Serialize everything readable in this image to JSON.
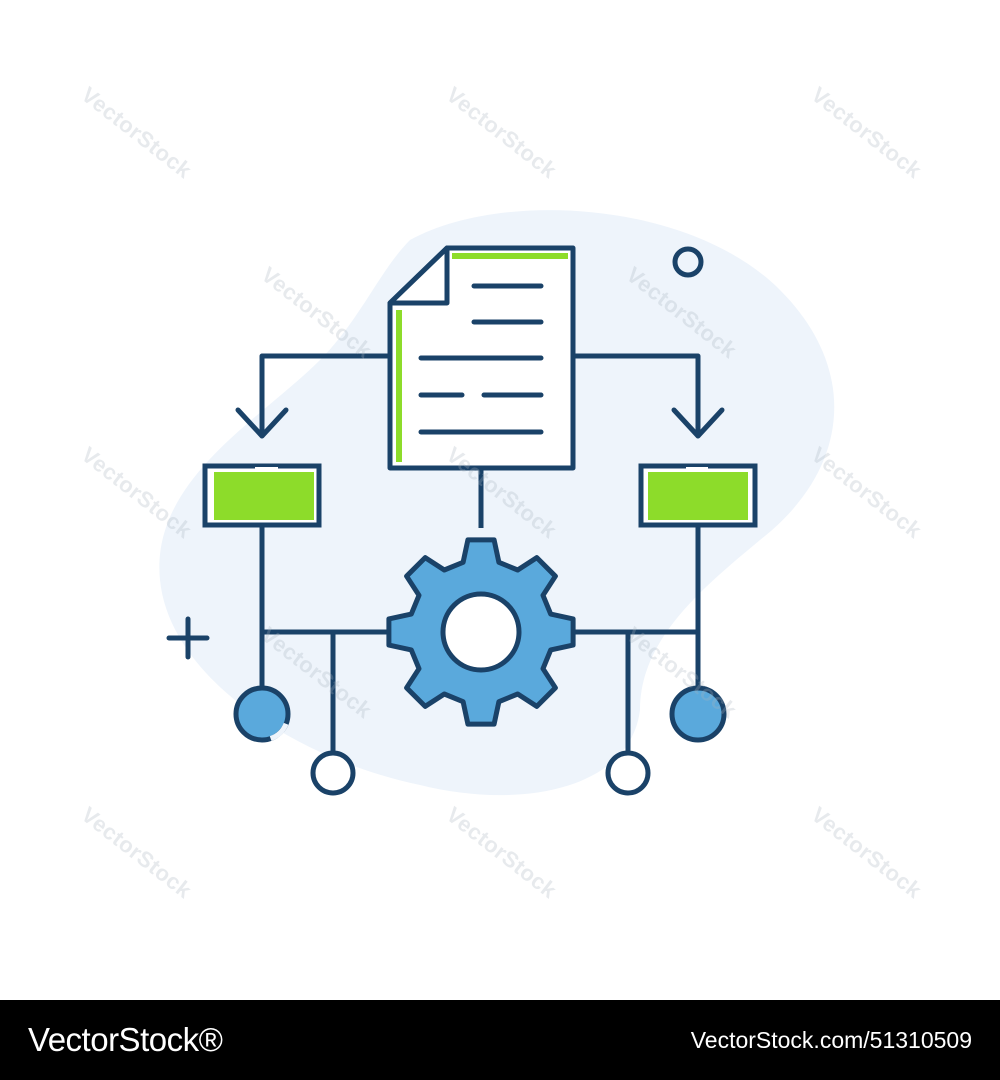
{
  "colors": {
    "outline": "#1a4268",
    "gear_fill": "#5aa9dc",
    "accent_green": "#8ddc2a",
    "blob": "#eef4fb",
    "paper": "#ffffff",
    "footer_bg": "#000000"
  },
  "diagram": {
    "icons": [
      "document-icon",
      "gear-icon",
      "folder-left-icon",
      "folder-right-icon",
      "arrow-down-left-icon",
      "arrow-down-right-icon",
      "node-circle-icon",
      "plus-icon"
    ]
  },
  "watermark": {
    "text": "VectorStock"
  },
  "footer": {
    "brand": "VectorStock®",
    "stock_id": "VectorStock.com/51310509"
  }
}
